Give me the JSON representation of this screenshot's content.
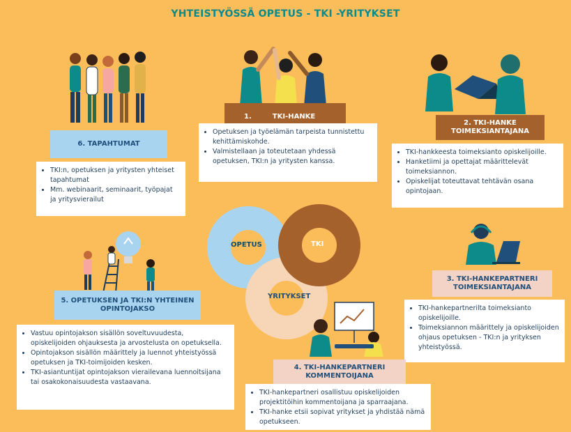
{
  "title": "YHTEISTYÖSSÄ OPETUS - TKI -YRITYKSET",
  "colors": {
    "background": "#fbbd5a",
    "accent_teal": "#0d8a8a",
    "ring_blue": "#a8d4ef",
    "ring_brown": "#a5612c",
    "ring_peach": "#f6d6b6"
  },
  "rings": {
    "opetus": "OPETUS",
    "tki": "TKI",
    "yritykset": "YRITYKSET"
  },
  "sections": {
    "s1": {
      "number": "1.",
      "label": "TKI-HANKE",
      "bullets": [
        "Opetuksen ja työelämän tarpeista tunnistettu kehittämiskohde.",
        "Valmistellaan ja toteutetaan yhdessä opetuksen, TKI:n ja yritysten kanssa."
      ]
    },
    "s2": {
      "label_line1": "2. TKI-HANKE",
      "label_line2": "TOIMEKSIANTAJANA",
      "bullets": [
        "TKI-hankkeesta toimeksianto opiskelijoille.",
        "Hanketiimi ja opettajat määrittelevät toimeksiannon.",
        "Opiskelijat toteuttavat tehtävän osana opintojaan."
      ]
    },
    "s3": {
      "label_line1": "3. TKI-HANKEPARTNERI",
      "label_line2": "TOIMEKSIANTAJANA",
      "bullets": [
        "TKI-hankepartnerilta toimeksianto opiskelijoille.",
        "Toimeksiannon määrittely ja opiskelijoiden ohjaus opetuksen - TKI:n ja yrityksen yhteistyössä."
      ]
    },
    "s4": {
      "label_line1": "4. TKI-HANKEPARTNERI",
      "label_line2": "KOMMENTOIJANA",
      "bullets": [
        "TKI-hankepartneri osallistuu opiskelijoiden projektitöihin kommentoijana ja sparraajana.",
        "TKI-hanke etsii sopivat yritykset ja yhdistää nämä opetukseen."
      ]
    },
    "s5": {
      "label_line1": "5. OPETUKSEN JA TKI:N YHTEINEN",
      "label_line2": "OPINTOJAKSO",
      "bullets": [
        "Vastuu opintojakson sisällön soveltuvuudesta, opiskelijoiden ohjauksesta ja arvostelusta on opetuksella.",
        "Opintojakson sisällön määrittely ja luennot yhteistyössä opetuksen ja TKI-toimijoiden kesken.",
        "TKI-asiantuntijat opintojakson vierailevana luennoitsijana tai osakokonaisuudesta vastaavana."
      ]
    },
    "s6": {
      "label": "6. TAPAHTUMAT",
      "bullets": [
        "TKI:n, opetuksen ja yritysten yhteiset tapahtumat",
        "Mm. webinaarit, seminaarit, työpajat ja yritysvierailut"
      ]
    }
  },
  "illustrations": {
    "s1": "team-celebrating-illustration",
    "s2": "people-at-laptop-illustration",
    "s3": "person-with-headset-illustration",
    "s4": "presentation-meeting-illustration",
    "s5": "lightbulb-puzzle-illustration",
    "s6": "group-of-people-illustration"
  }
}
